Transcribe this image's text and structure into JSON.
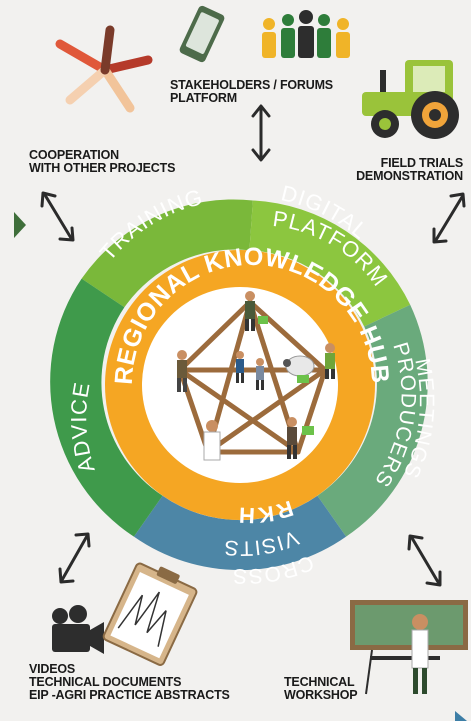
{
  "ring_segments": [
    {
      "label": "TRAINING",
      "color": "#7ab83a"
    },
    {
      "label": "DIGITAL",
      "label2": "PLATFORM",
      "color": "#8cc63f"
    },
    {
      "label": "MEETINGS",
      "label2": "PRODUCERS",
      "color": "#6aaa7c"
    },
    {
      "label": "CROSS",
      "label2": "VISITS",
      "color": "#4d86a6"
    },
    {
      "label": "ADVICE",
      "color": "#3f9a4b"
    }
  ],
  "inner_ring": {
    "title": "REGIONAL KNOWLEDGE HUBS",
    "abbrev": "RKH",
    "color": "#f5a623"
  },
  "outer_labels": {
    "stakeholders": [
      "STAKEHOLDERS / FORUMS",
      "PLATFORM"
    ],
    "cooperation": [
      "COOPERATION",
      "WITH OTHER PROJECTS"
    ],
    "field_trials": [
      "FIELD TRIALS",
      "DEMONSTRATION"
    ],
    "videos": [
      "VIDEOS",
      "TECHNICAL DOCUMENTS",
      "EIP -AGRI PRACTICE ABSTRACTS"
    ],
    "workshop": [
      "TECHNICAL",
      "WORKSHOP"
    ]
  },
  "colors": {
    "background": "#f2f1ef",
    "arrow": "#2b2b2b",
    "text_white": "#ffffff",
    "wood": "#9c6b3c"
  }
}
